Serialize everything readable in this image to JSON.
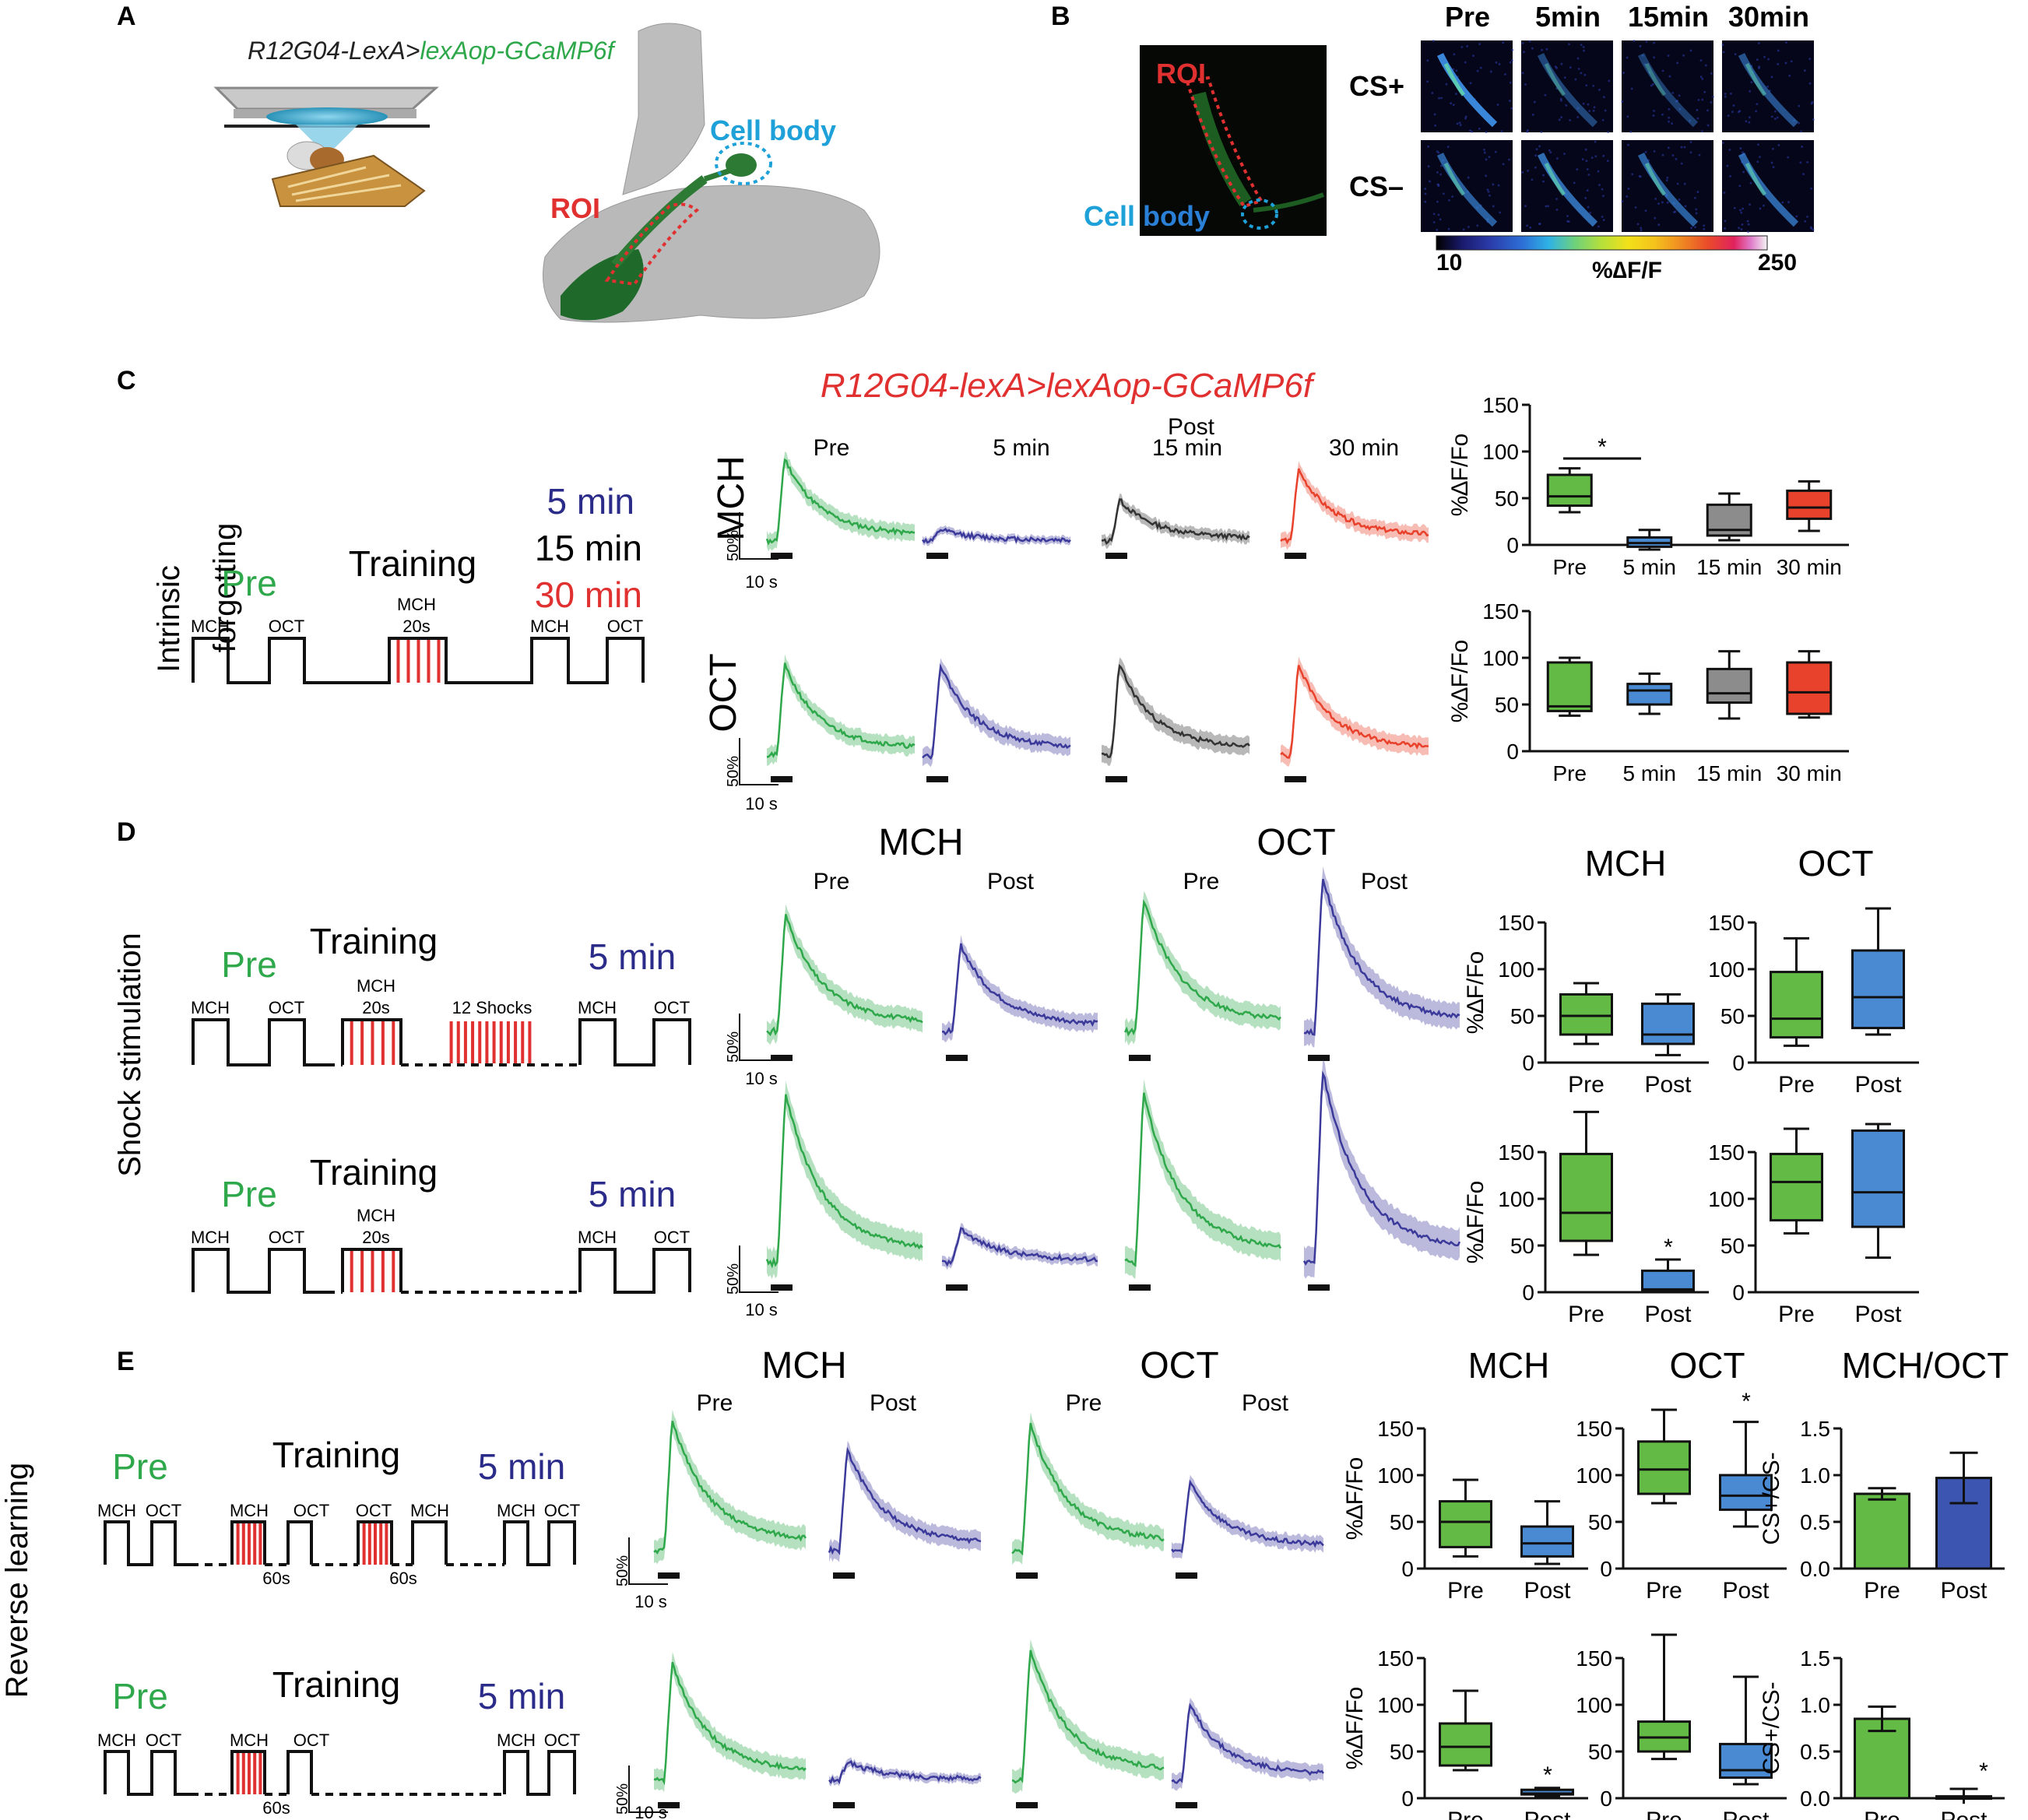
{
  "panels": {
    "A": "A",
    "B": "B",
    "C": "C",
    "D": "D",
    "E": "E"
  },
  "A": {
    "genotype_a": "R12G04-LexA>",
    "genotype_b": "lexAop-GCaMP6f",
    "cell_body": "Cell body",
    "roi": "ROI"
  },
  "B": {
    "roi": "ROI",
    "cell_word1": "Cell",
    "cell_word2": "body",
    "cols": [
      "Pre",
      "5min",
      "15min",
      "30min"
    ],
    "rows": [
      "CS+",
      "CS–"
    ],
    "scale_min": "10",
    "scale_max": "250",
    "scale_label": "%∆F/F",
    "colorbar": [
      "#000000",
      "#1a1a6e",
      "#2a3aa8",
      "#2d6fd6",
      "#2fb3e6",
      "#33c9c4",
      "#6fd17a",
      "#b6e03a",
      "#f2e01a",
      "#f5c21c",
      "#f08a22",
      "#ea4b2a",
      "#e0225e",
      "#e07ac8",
      "#f3f3f3"
    ]
  },
  "C": {
    "title": "R12G04-lexA>lexAop-GCaMP6f",
    "side": "Intrinsic forgetting",
    "side1": "Intrinsic",
    "side2": "forgetting",
    "pre": "Pre",
    "training": "Training",
    "t5": "5 min",
    "t15": "15 min",
    "t30": "30 min",
    "mch": "MCH",
    "oct": "OCT",
    "s20": "20s",
    "row_mch": "MCH",
    "row_oct": "OCT",
    "trace_pre": "Pre",
    "trace_5": "5 min",
    "trace_post": "Post",
    "trace_15": "15 min",
    "trace_30": "30 min",
    "scale_y": "50%",
    "scale_x": "10 s",
    "yaxis": "%∆F/Fo",
    "yticks": [
      "0",
      "50",
      "100",
      "150"
    ],
    "xcats": [
      "Pre",
      "5 min",
      "15 min",
      "30 min"
    ],
    "star": "*"
  },
  "D": {
    "side": "Shock stimulation",
    "pre": "Pre",
    "training": "Training",
    "t5": "5 min",
    "mch": "MCH",
    "oct": "OCT",
    "s20": "20s",
    "shocks": "12 Shocks",
    "head_mch": "MCH",
    "head_oct": "OCT",
    "pre_lbl": "Pre",
    "post_lbl": "Post",
    "scale_y": "50%",
    "scale_x": "10 s",
    "yaxis": "%∆F/Fo",
    "yticks": [
      "0",
      "50",
      "100",
      "150"
    ],
    "star": "*"
  },
  "E": {
    "side": "Reverse learning",
    "pre": "Pre",
    "training": "Training",
    "t5": "5 min",
    "mch": "MCH",
    "oct": "OCT",
    "s60": "60s",
    "head_mch": "MCH",
    "head_oct": "OCT",
    "head_ratio": "MCH/OCT",
    "pre_lbl": "Pre",
    "post_lbl": "Post",
    "scale_y": "50%",
    "scale_x": "10 s",
    "yaxis": "%∆F/Fo",
    "yaxis_ratio": "CS+/CS-",
    "yticks": [
      "0",
      "50",
      "100",
      "150"
    ],
    "yticks_ratio": [
      "0.0",
      "0.5",
      "1.0",
      "1.5"
    ],
    "star": "*"
  },
  "colors": {
    "pre": "#2ea84a",
    "post": "#3b3a9a",
    "grey": "#555555",
    "red": "#e8412c",
    "green_box": "#63bb45",
    "blue_box": "#4a8ad3",
    "gray_box": "#8c8c8c",
    "red_box": "#e8412c",
    "ratio_blue": "#3b55b0"
  },
  "chart_data": [
    {
      "id": "C-MCH",
      "type": "box",
      "categories": [
        "Pre",
        "5 min",
        "15 min",
        "30 min"
      ],
      "ylim": [
        0,
        150
      ],
      "ylabel": "%∆F/Fo",
      "boxes": [
        {
          "min": 35,
          "q1": 42,
          "median": 52,
          "q3": 75,
          "max": 82
        },
        {
          "min": -5,
          "q1": -2,
          "median": 2,
          "q3": 8,
          "max": 16
        },
        {
          "min": 5,
          "q1": 10,
          "median": 16,
          "q3": 43,
          "max": 55
        },
        {
          "min": 15,
          "q1": 28,
          "median": 40,
          "q3": 58,
          "max": 68
        }
      ]
    },
    {
      "id": "C-OCT",
      "type": "box",
      "categories": [
        "Pre",
        "5 min",
        "15 min",
        "30 min"
      ],
      "ylim": [
        0,
        150
      ],
      "ylabel": "%∆F/Fo",
      "boxes": [
        {
          "min": 38,
          "q1": 43,
          "median": 48,
          "q3": 95,
          "max": 100
        },
        {
          "min": 40,
          "q1": 50,
          "median": 65,
          "q3": 72,
          "max": 83
        },
        {
          "min": 35,
          "q1": 52,
          "median": 62,
          "q3": 88,
          "max": 107
        },
        {
          "min": 36,
          "q1": 40,
          "median": 63,
          "q3": 95,
          "max": 107
        }
      ]
    },
    {
      "id": "D1-MCH",
      "type": "box",
      "categories": [
        "Pre",
        "Post"
      ],
      "ylim": [
        0,
        150
      ],
      "ylabel": "%∆F/Fo",
      "boxes": [
        {
          "min": 20,
          "q1": 30,
          "median": 50,
          "q3": 73,
          "max": 85
        },
        {
          "min": 8,
          "q1": 20,
          "median": 30,
          "q3": 63,
          "max": 73
        }
      ]
    },
    {
      "id": "D1-OCT",
      "type": "box",
      "categories": [
        "Pre",
        "Post"
      ],
      "ylim": [
        0,
        150
      ],
      "boxes": [
        {
          "min": 18,
          "q1": 27,
          "median": 47,
          "q3": 97,
          "max": 133
        },
        {
          "min": 30,
          "q1": 37,
          "median": 70,
          "q3": 120,
          "max": 165
        }
      ]
    },
    {
      "id": "D2-MCH",
      "type": "box",
      "categories": [
        "Pre",
        "Post"
      ],
      "ylim": [
        0,
        150
      ],
      "ylabel": "%∆F/Fo",
      "boxes": [
        {
          "min": 40,
          "q1": 55,
          "median": 85,
          "q3": 148,
          "max": 193
        },
        {
          "min": 0,
          "q1": 2,
          "median": 3,
          "q3": 23,
          "max": 35
        }
      ]
    },
    {
      "id": "D2-OCT",
      "type": "box",
      "categories": [
        "Pre",
        "Post"
      ],
      "ylim": [
        0,
        150
      ],
      "boxes": [
        {
          "min": 63,
          "q1": 77,
          "median": 118,
          "q3": 148,
          "max": 175
        },
        {
          "min": 37,
          "q1": 70,
          "median": 107,
          "q3": 173,
          "max": 180
        }
      ]
    },
    {
      "id": "E1-MCH",
      "type": "box",
      "categories": [
        "Pre",
        "Post"
      ],
      "ylim": [
        0,
        150
      ],
      "ylabel": "%∆F/Fo",
      "boxes": [
        {
          "min": 13,
          "q1": 23,
          "median": 50,
          "q3": 72,
          "max": 95
        },
        {
          "min": 5,
          "q1": 13,
          "median": 27,
          "q3": 45,
          "max": 72
        }
      ]
    },
    {
      "id": "E1-OCT",
      "type": "box",
      "categories": [
        "Pre",
        "Post"
      ],
      "ylim": [
        0,
        150
      ],
      "boxes": [
        {
          "min": 70,
          "q1": 80,
          "median": 106,
          "q3": 136,
          "max": 170
        },
        {
          "min": 45,
          "q1": 63,
          "median": 78,
          "q3": 100,
          "max": 157
        }
      ]
    },
    {
      "id": "E1-ratio",
      "type": "bar",
      "categories": [
        "Pre",
        "Post"
      ],
      "ylim": [
        0,
        1.5
      ],
      "ylabel": "CS+/CS-",
      "values": [
        0.8,
        0.97
      ],
      "errors": [
        0.06,
        0.27
      ]
    },
    {
      "id": "E2-MCH",
      "type": "box",
      "categories": [
        "Pre",
        "Post"
      ],
      "ylim": [
        0,
        150
      ],
      "ylabel": "%∆F/Fo",
      "boxes": [
        {
          "min": 30,
          "q1": 35,
          "median": 55,
          "q3": 80,
          "max": 115
        },
        {
          "min": 2,
          "q1": 4,
          "median": 5,
          "q3": 9,
          "max": 11
        }
      ]
    },
    {
      "id": "E2-OCT",
      "type": "box",
      "categories": [
        "Pre",
        "Post"
      ],
      "ylim": [
        0,
        150
      ],
      "boxes": [
        {
          "min": 42,
          "q1": 50,
          "median": 65,
          "q3": 82,
          "max": 175
        },
        {
          "min": 15,
          "q1": 22,
          "median": 30,
          "q3": 58,
          "max": 130
        }
      ]
    },
    {
      "id": "E2-ratio",
      "type": "bar",
      "categories": [
        "Pre",
        "Post"
      ],
      "ylim": [
        0,
        1.5
      ],
      "ylabel": "CS+/CS-",
      "values": [
        0.85,
        0.02
      ],
      "errors": [
        0.13,
        0.08
      ]
    }
  ]
}
